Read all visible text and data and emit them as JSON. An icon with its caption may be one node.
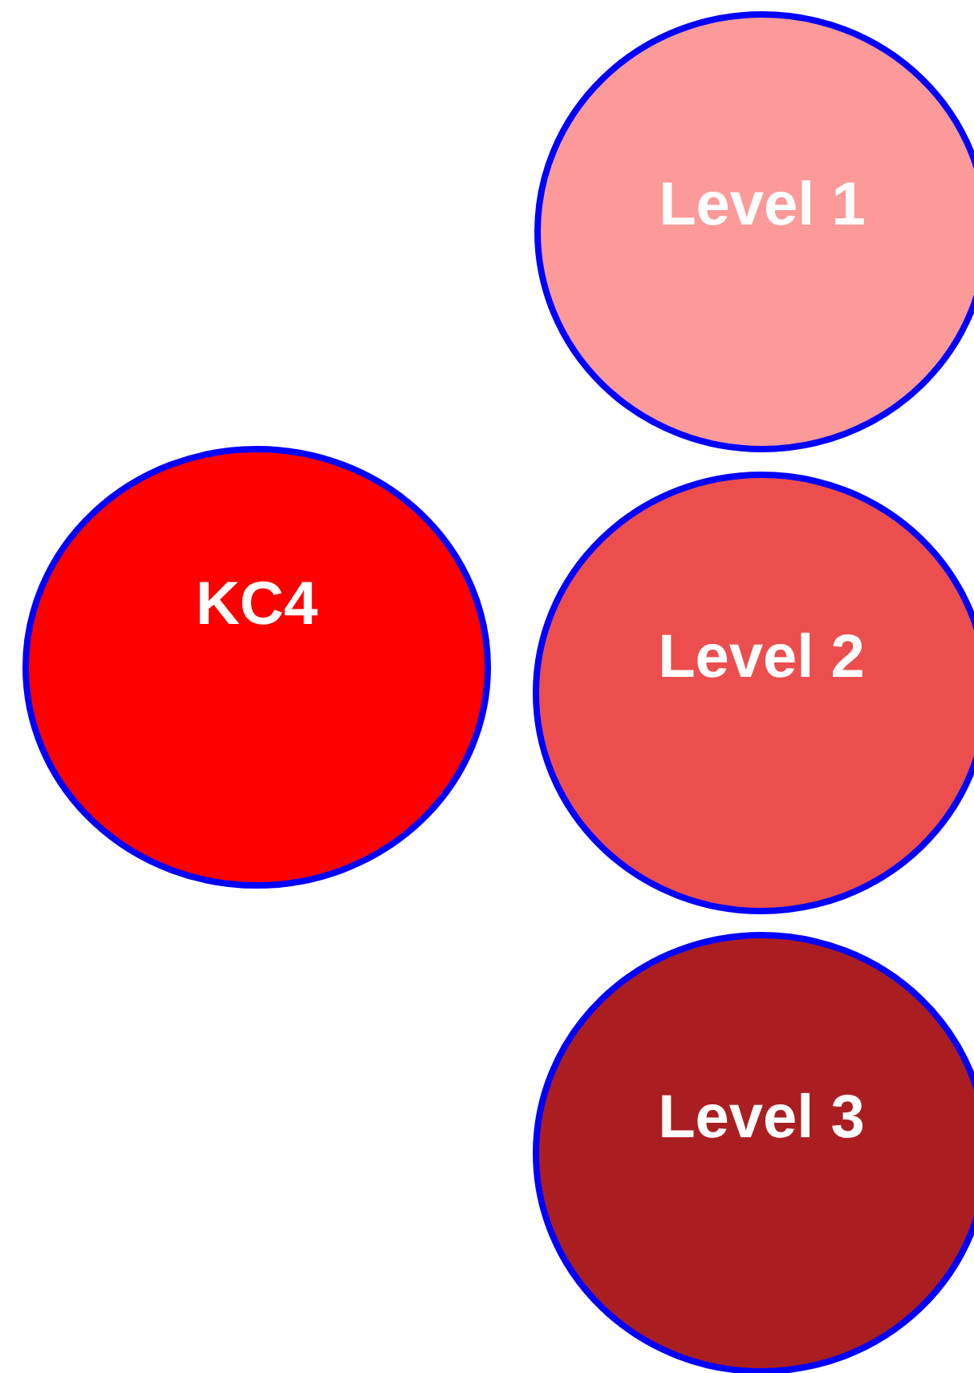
{
  "diagram": {
    "nodes": [
      {
        "text": [
          "Level 1"
        ]
      },
      {
        "text": [
          "KC4"
        ]
      },
      {
        "text": [
          "Level 2"
        ]
      },
      {
        "text": [
          "Level 3"
        ]
      }
    ]
  }
}
